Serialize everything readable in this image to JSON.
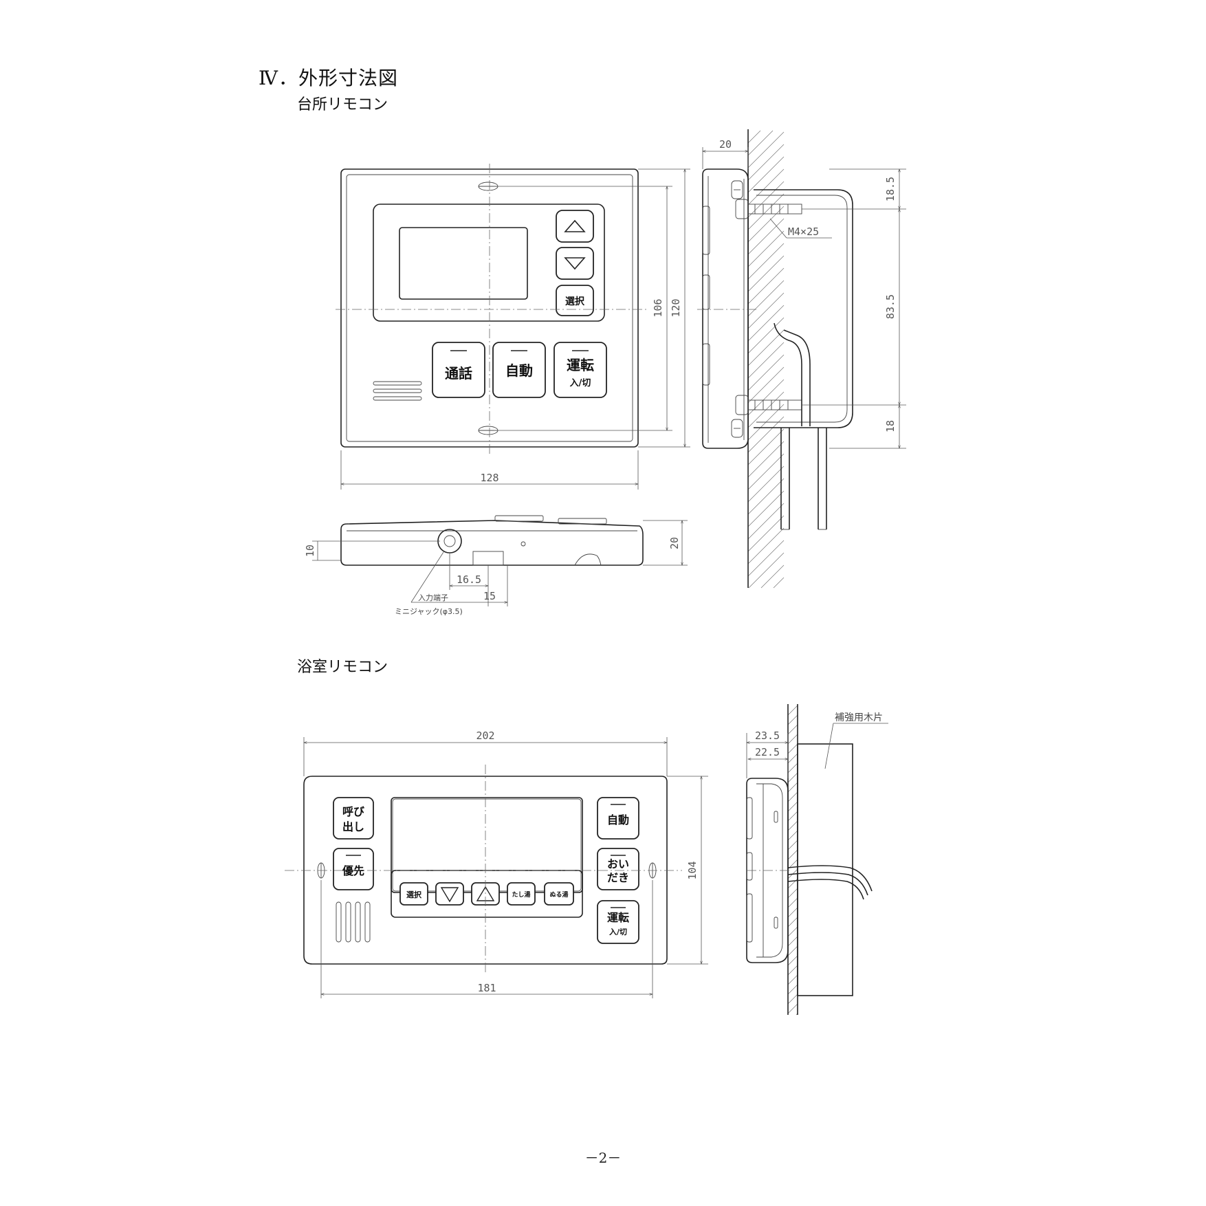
{
  "page": {
    "heading": "Ⅳ．外形寸法図",
    "page_number": "－2－"
  },
  "kitchen": {
    "title": "台所リモコン",
    "dims": {
      "width": "128",
      "height_inner": "106",
      "height_outer": "120",
      "depth": "20",
      "top_offset": "18.5",
      "pitch": "83.5",
      "bottom_offset": "18",
      "side_depth": "20",
      "jack_height": "10",
      "jack_pos": "16.5",
      "tab_pos": "15"
    },
    "screw_label": "M4×25",
    "jack_label_1": "入力端子",
    "jack_label_2": "ミニジャック(φ3.5)",
    "buttons": {
      "select": "選択",
      "talk": "通話",
      "auto": "自動",
      "run_1": "運転",
      "run_2": "入/切"
    },
    "icons": [
      "triangle-up-icon",
      "triangle-down-icon"
    ]
  },
  "bathroom": {
    "title": "浴室リモコン",
    "dims": {
      "width_outer": "202",
      "width_mount": "181",
      "height": "104",
      "depth_outer": "23.5",
      "depth_inner": "22.5"
    },
    "wood_label": "補強用木片",
    "buttons": {
      "call_1": "呼び",
      "call_2": "出し",
      "priority": "優先",
      "auto": "自動",
      "reheat_1": "おい",
      "reheat_2": "だき",
      "run_1": "運転",
      "run_2": "入/切",
      "select": "選択",
      "add_hot": "たし湯",
      "add_cold": "ぬる湯"
    }
  }
}
